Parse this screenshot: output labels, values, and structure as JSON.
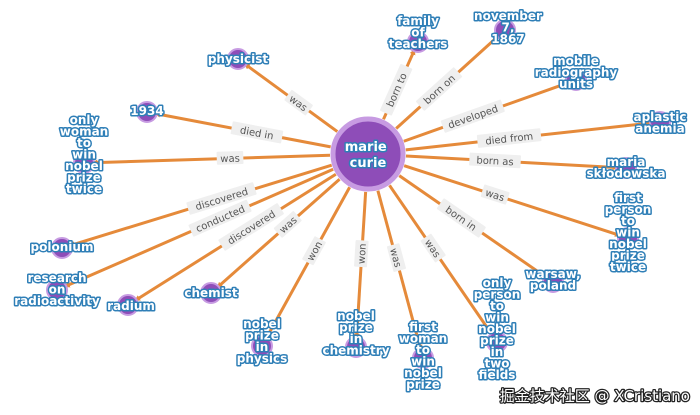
{
  "center": {
    "label": [
      "marie",
      "curie"
    ]
  },
  "colors": {
    "edge": "#e58a3a",
    "node_fill": "#8e4db8",
    "node_stroke": "#c79be2",
    "label_outline": "#2f7fb7"
  },
  "nodes": [
    {
      "id": "family-of-teachers",
      "label": [
        "family",
        "of",
        "teachers"
      ],
      "edge": "born to"
    },
    {
      "id": "november-7-1867",
      "label": [
        "november",
        "7,",
        "1867"
      ],
      "edge": "born on"
    },
    {
      "id": "mobile-radiography-units",
      "label": [
        "mobile",
        "radiography",
        "units"
      ],
      "edge": "developed"
    },
    {
      "id": "aplastic-anemia",
      "label": [
        "aplastic",
        "anemia"
      ],
      "edge": "died from"
    },
    {
      "id": "maria-sklodowska",
      "label": [
        "maria",
        "skłodowska"
      ],
      "edge": "born as"
    },
    {
      "id": "first-person-to-win-nobel-prize-twice",
      "label": [
        "first",
        "person",
        "to",
        "win",
        "nobel",
        "prize",
        "twice"
      ],
      "edge": "was"
    },
    {
      "id": "warsaw-poland",
      "label": [
        "warsaw,",
        "poland"
      ],
      "edge": "born in"
    },
    {
      "id": "only-person-to-win-nobel-prize-in-two-fields",
      "label": [
        "only",
        "person",
        "to",
        "win",
        "nobel",
        "prize",
        "in",
        "two",
        "fields"
      ],
      "edge": "was"
    },
    {
      "id": "first-woman-to-win-nobel-prize",
      "label": [
        "first",
        "woman",
        "to",
        "win",
        "nobel",
        "prize"
      ],
      "edge": "was"
    },
    {
      "id": "nobel-prize-in-chemistry",
      "label": [
        "nobel",
        "prize",
        "in",
        "chemistry"
      ],
      "edge": "won"
    },
    {
      "id": "nobel-prize-in-physics",
      "label": [
        "nobel",
        "prize",
        "in",
        "physics"
      ],
      "edge": "won"
    },
    {
      "id": "chemist",
      "label": [
        "chemist"
      ],
      "edge": "was"
    },
    {
      "id": "radium",
      "label": [
        "radium"
      ],
      "edge": "discovered"
    },
    {
      "id": "research-on-radioactivity",
      "label": [
        "research",
        "on",
        "radioactivity"
      ],
      "edge": "conducted"
    },
    {
      "id": "polonium",
      "label": [
        "polonium"
      ],
      "edge": "discovered"
    },
    {
      "id": "only-woman-to-win-nobel-prize-twice",
      "label": [
        "only",
        "woman",
        "to",
        "win",
        "nobel",
        "prize",
        "twice"
      ],
      "edge": "was"
    },
    {
      "id": "1934",
      "label": [
        "1934"
      ],
      "edge": "died in"
    },
    {
      "id": "physicist",
      "label": [
        "physicist"
      ],
      "edge": "was"
    }
  ],
  "watermark": "掘金技术社区 @ XCristiano"
}
